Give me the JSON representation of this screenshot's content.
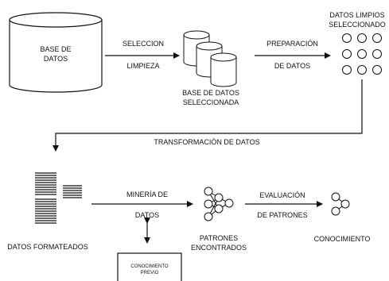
{
  "steps": {
    "db_label_1": "BASE DE",
    "db_label_2": "DATOS",
    "seleccion": "SELECCION",
    "limpieza": "LIMPIEZA",
    "selected_db_1": "BASE DE DATOS",
    "selected_db_2": "SELECCIONADA",
    "preparacion": "PREPARACIÓN",
    "de_datos": "DE DATOS",
    "clean_data_1": "DATOS LIMPIOS",
    "clean_data_2": "SELECCIONADO",
    "transformacion": "TRANSFORMACIÓN DE DATOS",
    "formatted": "DATOS FORMATEADOS",
    "mineria_1": "MINERÍA DE",
    "mineria_2": "DATOS",
    "conocimiento_previo_1": "CONOCIMIENTO",
    "conocimiento_previo_2": "PREVIO",
    "patrones_1": "PATRONES",
    "patrones_2": "ENCONTRADOS",
    "evaluacion_1": "EVALUACIÓN",
    "evaluacion_2": "DE PATRONES",
    "conocimiento": "CONOCIMIENTO"
  },
  "icons": {
    "source_db": "database-cylinder-icon",
    "selected_db": "stacked-databases-icon",
    "clean_data": "circle-grid-icon",
    "formatted_data": "stacked-lines-icon",
    "patterns": "network-graph-icon",
    "knowledge": "small-network-icon"
  }
}
